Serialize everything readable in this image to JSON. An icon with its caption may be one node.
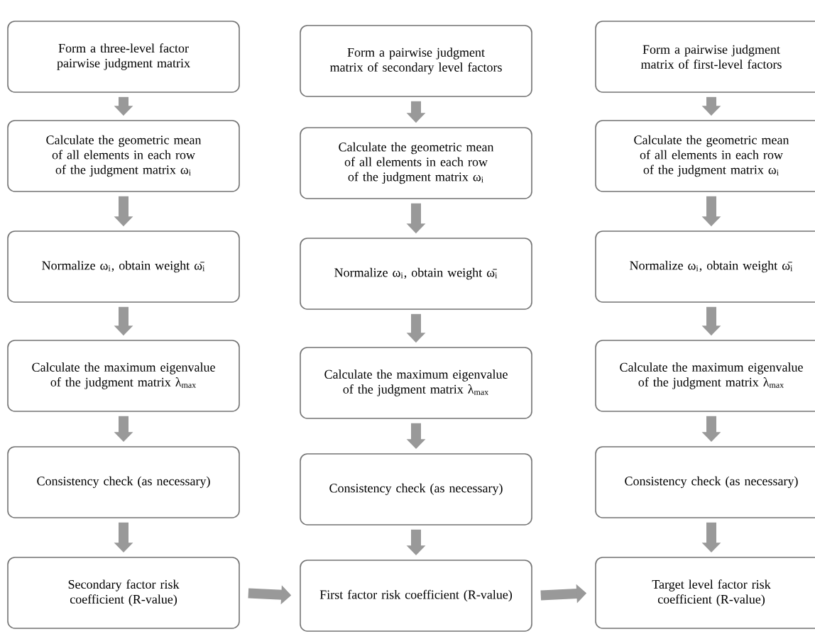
{
  "diagram": {
    "nodes": [
      {
        "text": [
          "Form a three-level factor pairwise judgment matrix"
        ]
      },
      {
        "text": [
          "Calculate the geometric mean of all elements in each row of the judgment matrix ω$_{i}$"
        ]
      },
      {
        "text": [
          "Normalize ω$_{i}$, obtain weight ω̄$_{i}$"
        ]
      },
      {
        "text": [
          "Calculate the maximum eigenvalue of the judgment matrix λ$_{max}$"
        ]
      },
      {
        "text": [
          "Consistency check (as necessary)"
        ]
      },
      {
        "text": [
          "Secondary factor risk coefficient (R-value)"
        ]
      },
      {
        "text": [
          "Form a pairwise judgment matrix of secondary level factors"
        ]
      },
      {
        "text": [
          "Calculate the geometric mean of all elements in each row of the judgment matrix ω$_{i}$"
        ]
      },
      {
        "text": [
          "Normalize ω$_{i}$, obtain weight ω̄$_{i}$"
        ]
      },
      {
        "text": [
          "Calculate the maximum eigenvalue of the judgment matrix λ$_{max}$"
        ]
      },
      {
        "text": [
          "Consistency check (as necessary)"
        ]
      },
      {
        "text": [
          "First factor risk coefficient (R-value)"
        ]
      },
      {
        "text": [
          "Form a pairwise judgment matrix of first-level factors"
        ]
      },
      {
        "text": [
          "Calculate the geometric mean of all elements in each row of the judgment matrix ω$_{i}$"
        ]
      },
      {
        "text": [
          "Normalize ω$_{i}$, obtain weight ω̄$_{i}$"
        ]
      },
      {
        "text": [
          "Calculate the maximum eigenvalue of the judgment matrix λ$_{max}$"
        ]
      },
      {
        "text": [
          "Consistency check (as necessary)"
        ]
      },
      {
        "text": [
          "Target level factor risk coefficient (R-value)"
        ]
      }
    ],
    "edges": [
      {
        "from": 0,
        "to": 1,
        "arrow": "to"
      },
      {
        "from": 1,
        "to": 2,
        "arrow": "to"
      },
      {
        "from": 2,
        "to": 3,
        "arrow": "to"
      },
      {
        "from": 3,
        "to": 4,
        "arrow": "to"
      },
      {
        "from": 4,
        "to": 5,
        "arrow": "to"
      },
      {
        "from": 6,
        "to": 7,
        "arrow": "to"
      },
      {
        "from": 7,
        "to": 8,
        "arrow": "to"
      },
      {
        "from": 8,
        "to": 9,
        "arrow": "to"
      },
      {
        "from": 9,
        "to": 10,
        "arrow": "to"
      },
      {
        "from": 10,
        "to": 11,
        "arrow": "to"
      },
      {
        "from": 12,
        "to": 13,
        "arrow": "to"
      },
      {
        "from": 13,
        "to": 14,
        "arrow": "to"
      },
      {
        "from": 14,
        "to": 15,
        "arrow": "to"
      },
      {
        "from": 15,
        "to": 16,
        "arrow": "to"
      },
      {
        "from": 16,
        "to": 17,
        "arrow": "to"
      },
      {
        "from": 5,
        "to": 11,
        "arrow": "to"
      },
      {
        "from": 11,
        "to": 17,
        "arrow": "to"
      }
    ]
  }
}
